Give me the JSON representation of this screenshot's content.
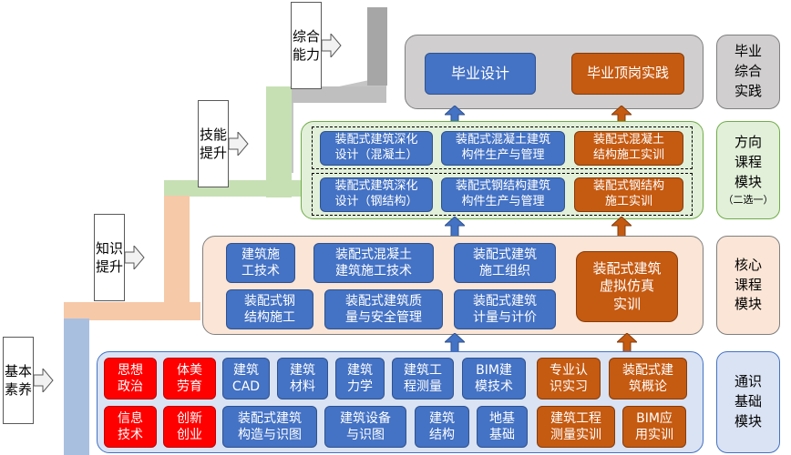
{
  "colors": {
    "blue": "#4472c4",
    "orange": "#c55a11",
    "red": "#ff0000",
    "step_blue": "#a9bfe0",
    "step_peach": "#f6c9a8",
    "step_green": "#c6e0b4",
    "step_gray": "#a6a6a6"
  },
  "stairs": {
    "basic": "基本\n素养",
    "knowledge": "知识\n提升",
    "skill": "技能\n提升",
    "comprehensive": "综合\n能力"
  },
  "graduation": {
    "design": "毕业设计",
    "internship": "毕业顶岗实践",
    "side_label": "毕业\n综合\n实践"
  },
  "direction": {
    "side_label_main": "方向\n课程\n模块",
    "side_label_note": "（二选一）",
    "row1": [
      "装配式建筑深化\n设计（混凝土）",
      "装配式混凝土建筑\n构件生产与管理",
      "装配式混凝土\n结构施工实训"
    ],
    "row2": [
      "装配式建筑深化\n设计（钢结构）",
      "装配式钢结构建筑\n构件生产与管理",
      "装配式钢结构\n施工实训"
    ]
  },
  "core": {
    "side_label": "核心\n课程\n模块",
    "courses": [
      "建筑施\n工技术",
      "装配式混凝土\n建筑施工技术",
      "装配式建筑\n施工组织",
      "装配式钢\n结构施工",
      "装配式建筑质\n量与安全管理",
      "装配式建筑\n计量与计价"
    ],
    "practice": "装配式建筑\n虚拟仿真\n实训"
  },
  "general": {
    "side_label": "通识\n基础\n模块",
    "row1": [
      "思想\n政治",
      "体美\n劳育",
      "建筑\nCAD",
      "建筑\n材料",
      "建筑\n力学",
      "建筑工\n程测量",
      "BIM建\n模技术",
      "专业认\n识实习",
      "装配式建\n筑概论"
    ],
    "row2": [
      "信息\n技术",
      "创新\n创业",
      "装配式建筑\n构造与识图",
      "建筑设备\n与识图",
      "建筑\n结构",
      "地基\n基础",
      "建筑工程\n测量实训",
      "BIM应\n用实训"
    ]
  }
}
